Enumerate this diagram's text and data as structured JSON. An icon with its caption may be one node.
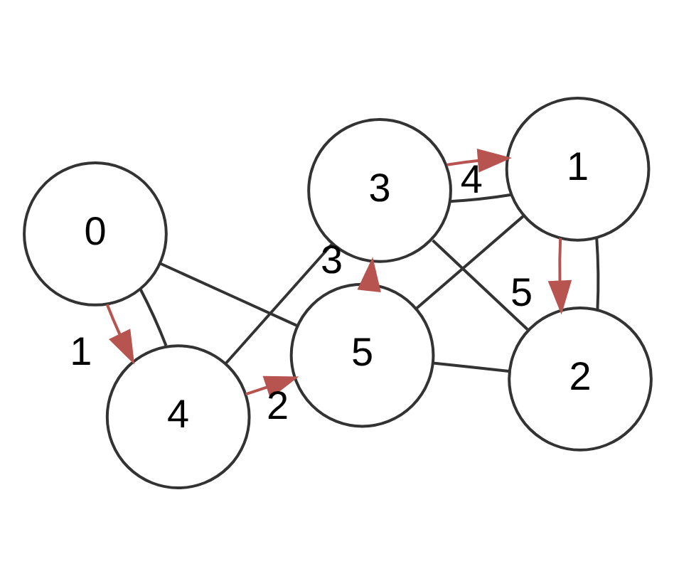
{
  "diagram": {
    "nodes": [
      {
        "text": [
          "0"
        ]
      },
      {
        "text": [
          "1"
        ]
      },
      {
        "text": [
          "2"
        ]
      },
      {
        "text": [
          "3"
        ]
      },
      {
        "text": [
          "4"
        ]
      },
      {
        "text": [
          "5"
        ]
      }
    ],
    "edges": [
      {
        "from": 0,
        "to": 5,
        "arrow": "none"
      },
      {
        "from": 0,
        "to": 4,
        "arrow": "none"
      },
      {
        "from": 1,
        "to": 5,
        "arrow": "none"
      },
      {
        "from": 1,
        "to": 2,
        "arrow": "none"
      },
      {
        "from": 1,
        "to": 3,
        "arrow": "none"
      },
      {
        "from": 2,
        "to": 5,
        "arrow": "none"
      },
      {
        "from": 2,
        "to": 3,
        "arrow": "none"
      },
      {
        "from": 4,
        "to": 3,
        "arrow": "none"
      },
      {
        "from": 0,
        "to": 4,
        "arrow": "to",
        "label": "1",
        "color": "#b85450"
      },
      {
        "from": 1,
        "to": 2,
        "arrow": "to",
        "label": "5",
        "color": "#b85450"
      },
      {
        "from": 4,
        "to": 5,
        "arrow": "to",
        "label": "2",
        "color": "#b85450"
      },
      {
        "from": 5,
        "to": 3,
        "arrow": "to",
        "label": "3",
        "color": "#b85450"
      },
      {
        "from": 3,
        "to": 1,
        "arrow": "to",
        "label": "4",
        "color": "#b85450"
      }
    ]
  }
}
